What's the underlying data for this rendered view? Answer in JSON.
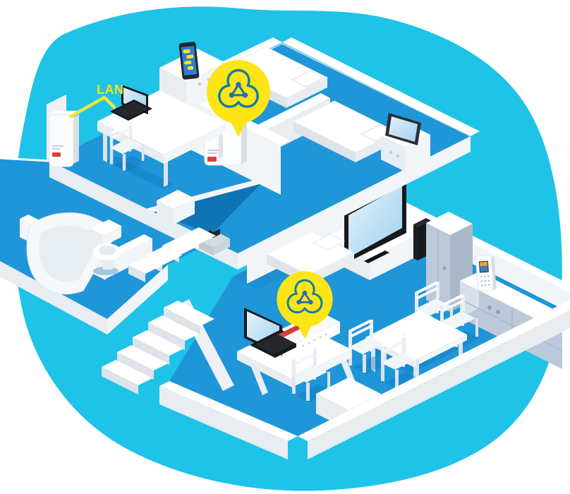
{
  "title": "Two-storey home cutaway with mesh Wi-Fi illustration",
  "labels": {
    "lan": "LAN"
  },
  "colors": {
    "background": "#FFFFFF",
    "blob": "#1FC3E7",
    "floor": "#1E96D8",
    "floor_opening": "#0F74B4",
    "floor_shadow": "#0E74B6",
    "wall": "#FFFFFF",
    "bubble_yellow": "#FFE515",
    "cable_yellow": "#EFE838",
    "label_yellow": "#F6E41C",
    "alert_red": "#D5403A",
    "mesh_outline": "#0C7FA6",
    "mesh_inner": "#1D6FB8",
    "screen_blue": "#2F7BD8",
    "device_dark": "#17191D",
    "furniture_blue_gray": "#BCC9DA"
  },
  "icons": [
    {
      "name": "mesh-wifi-icon",
      "meaning": "mesh Wi-Fi network symbol",
      "count": 2
    }
  ],
  "floors": {
    "upper": {
      "rooms": [
        "office",
        "bedroom-1",
        "bedroom-2",
        "bathroom"
      ],
      "devices": [
        "powerline-adapter",
        "laptop",
        "smartphone",
        "wifi-repeater",
        "tablet"
      ]
    },
    "lower": {
      "rooms": [
        "living-room",
        "dining-area",
        "workspace"
      ],
      "devices": [
        "tv",
        "speaker",
        "cordless-phone",
        "wifi-router",
        "laptop"
      ]
    }
  }
}
